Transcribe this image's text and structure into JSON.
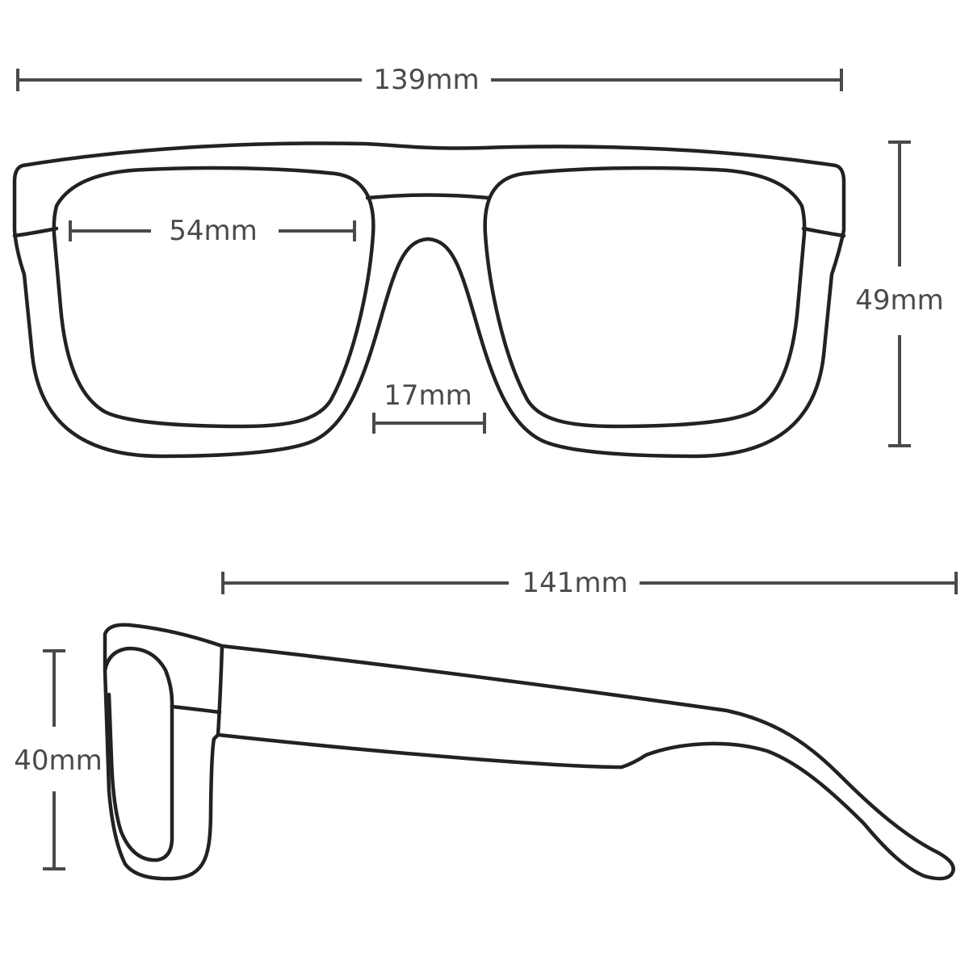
{
  "diagram": {
    "front_view": {
      "total_width": "139mm",
      "lens_width": "54mm",
      "bridge_width": "17mm",
      "lens_height": "49mm"
    },
    "side_view": {
      "temple_length": "141mm",
      "frame_height": "40mm"
    },
    "colors": {
      "outline": "#222222",
      "dimension": "#4a4a4a",
      "background": "#ffffff"
    }
  }
}
